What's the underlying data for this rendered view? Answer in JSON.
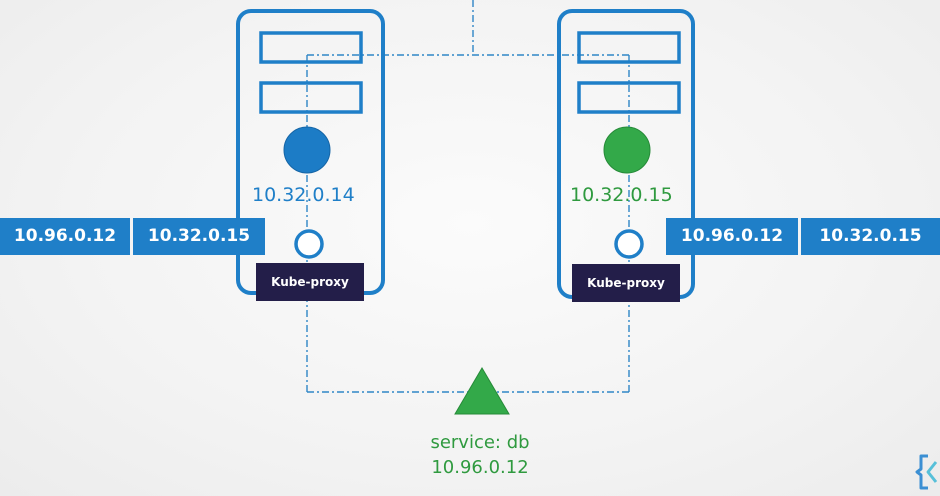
{
  "diagram": {
    "left_node": {
      "pod_ip": "10.32.0.14",
      "pod_color": "#1c7cc6",
      "proxy_label": "Kube-proxy",
      "forwarding_rule": {
        "service_ip": "10.96.0.12",
        "target_ip": "10.32.0.15"
      }
    },
    "right_node": {
      "pod_ip": "10.32.0.15",
      "pod_color": "#33a949",
      "proxy_label": "Kube-proxy",
      "forwarding_rule": {
        "service_ip": "10.96.0.12",
        "target_ip": "10.32.0.15"
      }
    },
    "service": {
      "name": "service: db",
      "ip": "10.96.0.12",
      "color": "#33a949"
    },
    "colors": {
      "server_outline": "#1f7fc8",
      "network_line": "#2f86c6",
      "rule_box": "#1f7fc8",
      "proxy_box": "#231e49",
      "blue_text": "#1f7fc8",
      "green_text": "#2f9a3f"
    },
    "icons": [
      "server-icon",
      "pod-icon",
      "proxy-port-icon",
      "service-triangle-icon",
      "kodekloud-logo-icon"
    ]
  }
}
